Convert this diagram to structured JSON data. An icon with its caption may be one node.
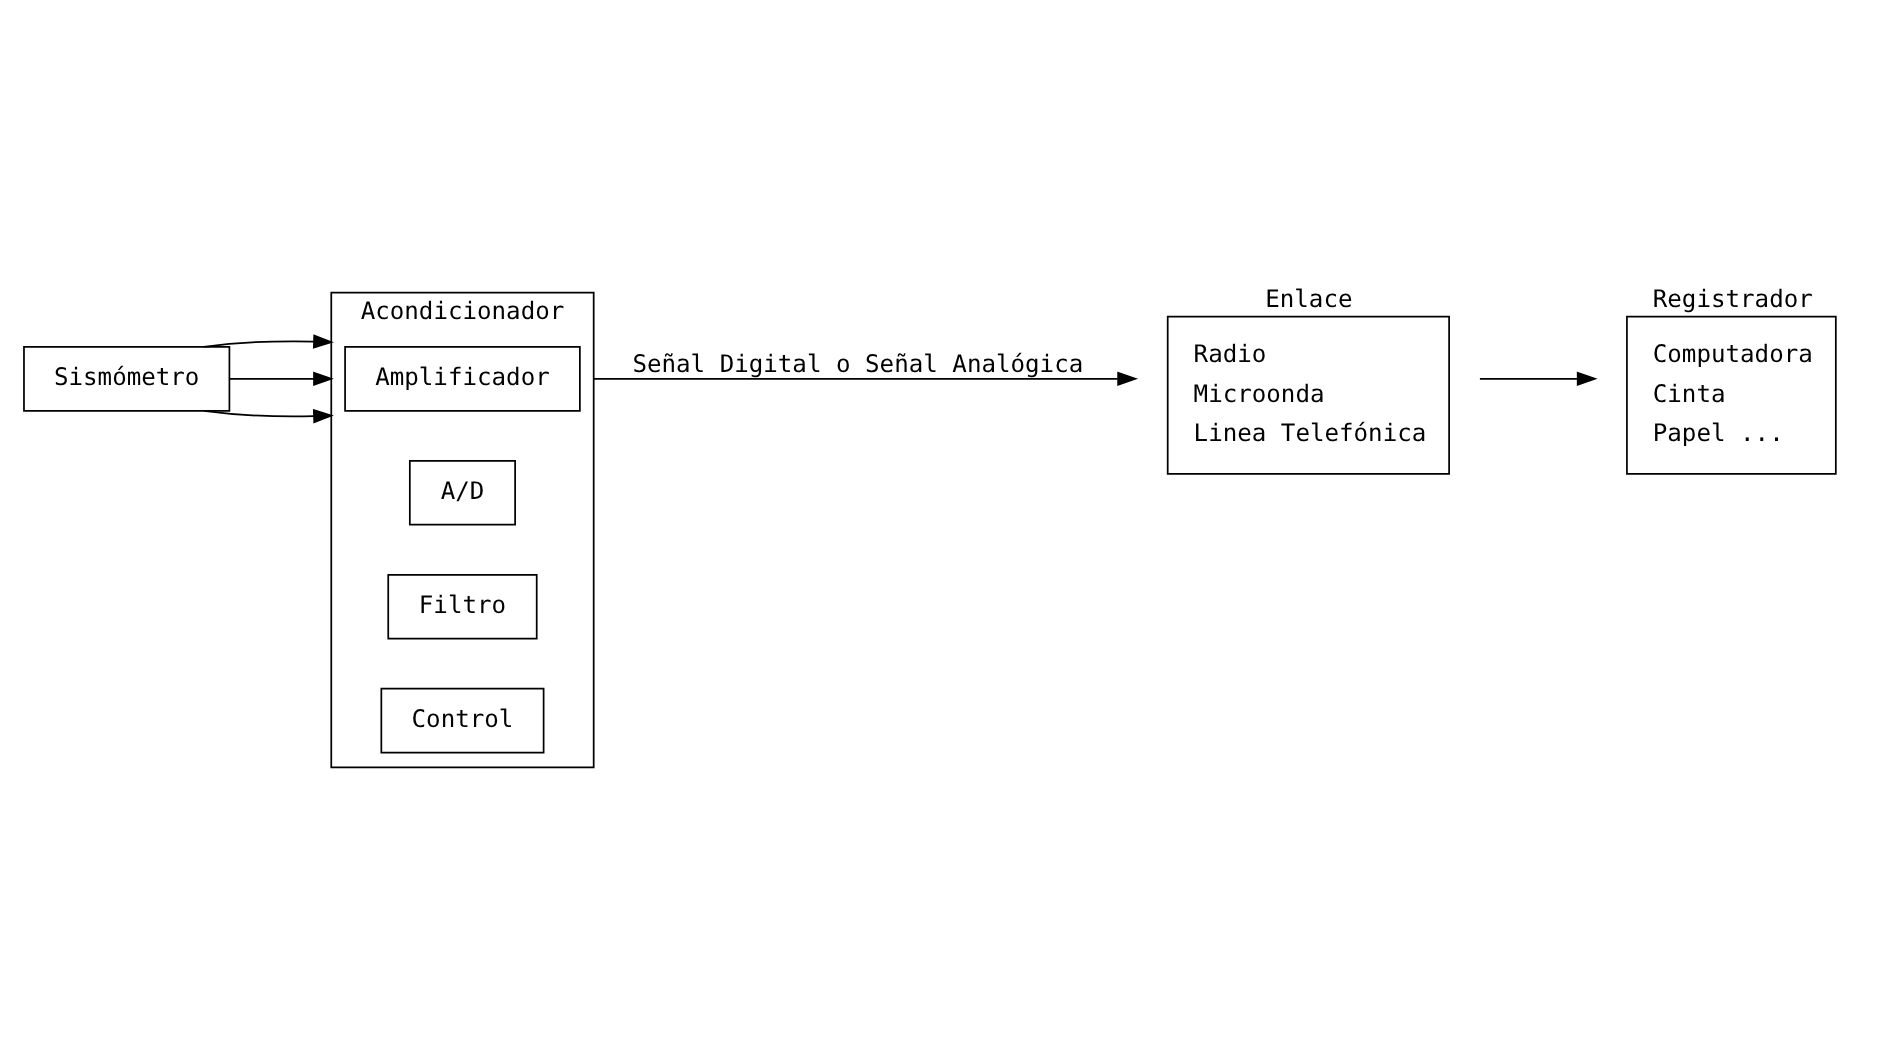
{
  "diagram": {
    "nodes": [
      {
        "text": [
          "Sismómetro"
        ]
      },
      {
        "text": [
          "Acondicionador"
        ]
      },
      {
        "text": [
          "Amplificador"
        ],
        "in": 1
      },
      {
        "text": [
          "A/D"
        ],
        "in": 1
      },
      {
        "text": [
          "Filtro"
        ],
        "in": 1
      },
      {
        "text": [
          "Control"
        ],
        "in": 1
      },
      {
        "text": [
          "Registrador",
          "Computadora",
          "Cinta",
          "Papel ..."
        ]
      },
      {
        "text": [
          "Enlace",
          "Radio",
          "Microonda",
          "Linea Telefónica"
        ]
      }
    ],
    "edges": [
      {
        "from": 0,
        "to": 1,
        "arrow": "to"
      },
      {
        "from": 0,
        "to": 1,
        "arrow": "to"
      },
      {
        "from": 0,
        "to": 1,
        "arrow": "to"
      },
      {
        "from": 1,
        "to": 7,
        "arrow": "to",
        "label": "Señal Digital o Señal Analógica"
      },
      {
        "from": 7,
        "to": 6,
        "arrow": "to"
      }
    ]
  }
}
